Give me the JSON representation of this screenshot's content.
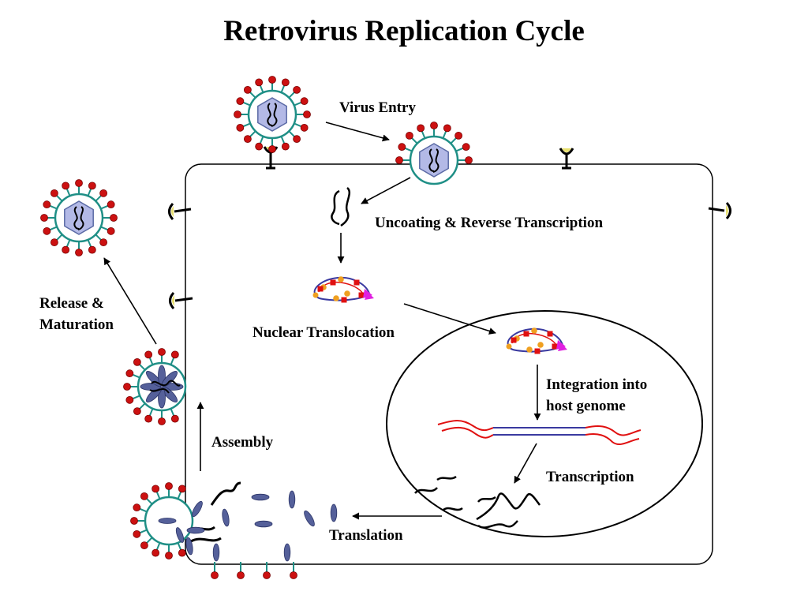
{
  "title": "Retrovirus Replication Cycle",
  "labels": {
    "virus_entry": "Virus Entry",
    "uncoating": "Uncoating & Reverse Transcription",
    "nuclear_translocation": "Nuclear Translocation",
    "integration_line1": "Integration into",
    "integration_line2": "host genome",
    "transcription": "Transcription",
    "translation": "Translation",
    "assembly": "Assembly",
    "release_line1": "Release &",
    "release_line2": "Maturation"
  },
  "colors": {
    "envelope": "#1f8f86",
    "spike_tip": "#cc1111",
    "capsid_fill": "#b3b9e6",
    "capsid_stroke": "#5b6aa5",
    "receptor_cup": "#e8e070",
    "protein": "#55609a",
    "protein_dark": "#2c3568",
    "dna_host": "#e01010",
    "dna_viral": "#3a3aa0",
    "integrase_orange": "#f0a020",
    "integrase_red": "#e01010",
    "integrase_magenta": "#e020e0",
    "line": "#000000"
  },
  "icons": [
    "virion-icon",
    "capsid-icon",
    "rna-strand-icon",
    "receptor-icon",
    "preintegration-complex-icon",
    "host-dna-icon",
    "protein-icon",
    "arrow-icon"
  ]
}
